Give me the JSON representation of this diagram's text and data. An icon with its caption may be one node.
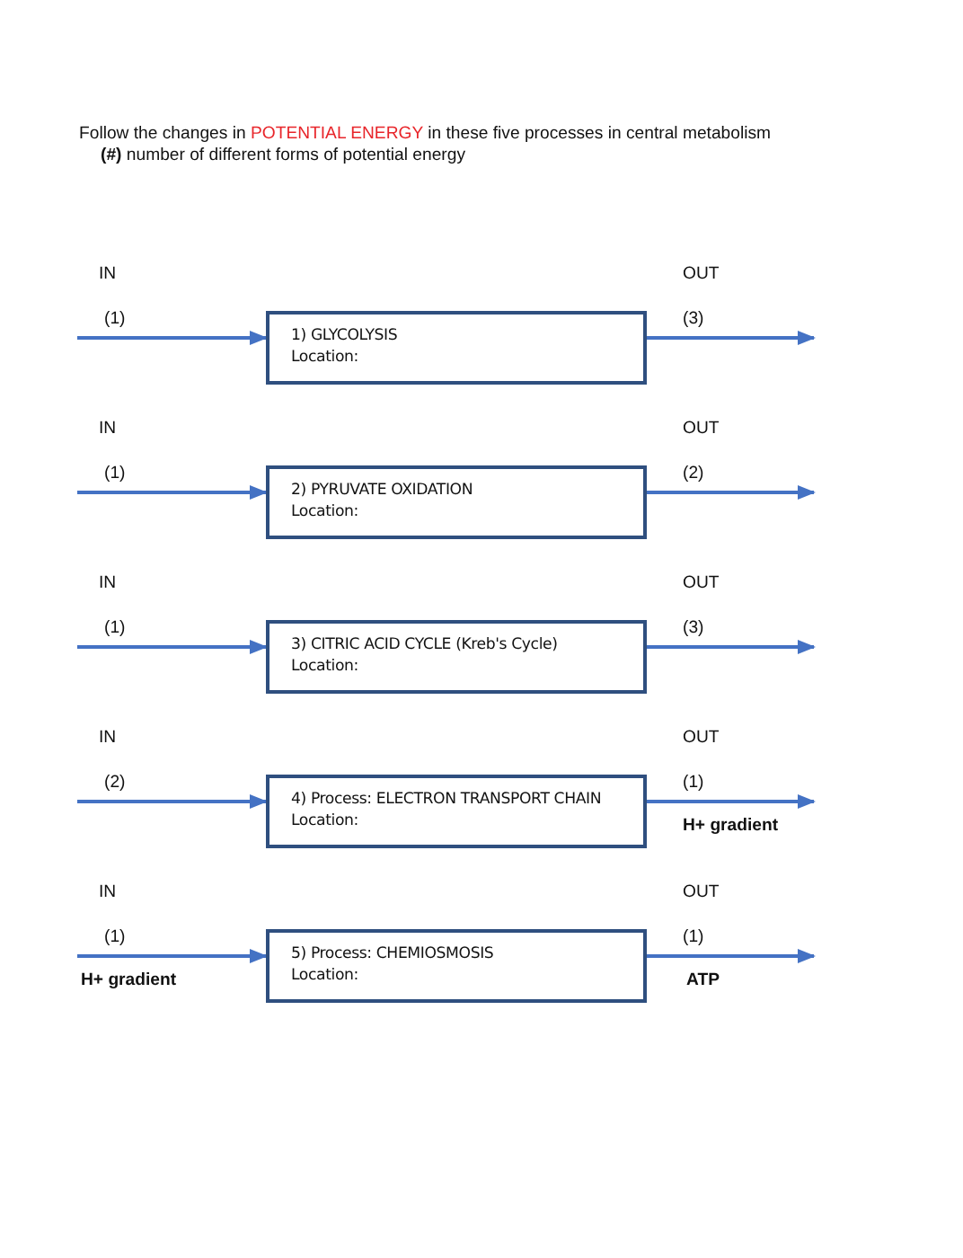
{
  "diagram": {
    "title": "Follow the changes in *POTENTIAL ENERGY* in these five processes in central metabolism",
    "caption": "**(#)** number of different forms of potential energy",
    "nodes": [
      {
        "text": [
          "1) GLYCOLYSIS",
          "Location:"
        ]
      },
      {
        "text": [
          "2) PYRUVATE OXIDATION",
          "Location:"
        ]
      },
      {
        "text": [
          "3) CITRIC ACID CYCLE (Kreb's Cycle)",
          "Location:"
        ]
      },
      {
        "text": [
          "4) Process: ELECTRON TRANSPORT CHAIN",
          "Location:"
        ]
      },
      {
        "text": [
          "5) Process: CHEMIOSMOSIS",
          "Location:"
        ]
      }
    ],
    "edges": [
      {
        "from": null,
        "to": 0,
        "arrow": "to"
      },
      {
        "from": 0,
        "to": null,
        "arrow": "to"
      },
      {
        "from": null,
        "to": 1,
        "arrow": "to"
      },
      {
        "from": 1,
        "to": null,
        "arrow": "to"
      },
      {
        "from": null,
        "to": 2,
        "arrow": "to"
      },
      {
        "from": 2,
        "to": null,
        "arrow": "to"
      },
      {
        "from": null,
        "to": 3,
        "arrow": "to"
      },
      {
        "from": 3,
        "to": null,
        "arrow": "to"
      },
      {
        "from": null,
        "to": 4,
        "arrow": "to"
      },
      {
        "from": 4,
        "to": null,
        "arrow": "to"
      }
    ],
    "labels": [
      "IN",
      "OUT",
      "(1)",
      "(3)",
      "IN",
      "OUT",
      "(1)",
      "(2)",
      "IN",
      "OUT",
      "(1)",
      "(3)",
      "IN",
      "OUT",
      "(2)",
      "(1)",
      "H+ gradient",
      "IN",
      "OUT",
      "(1)",
      "(1)",
      "H+ gradient",
      "ATP"
    ]
  }
}
